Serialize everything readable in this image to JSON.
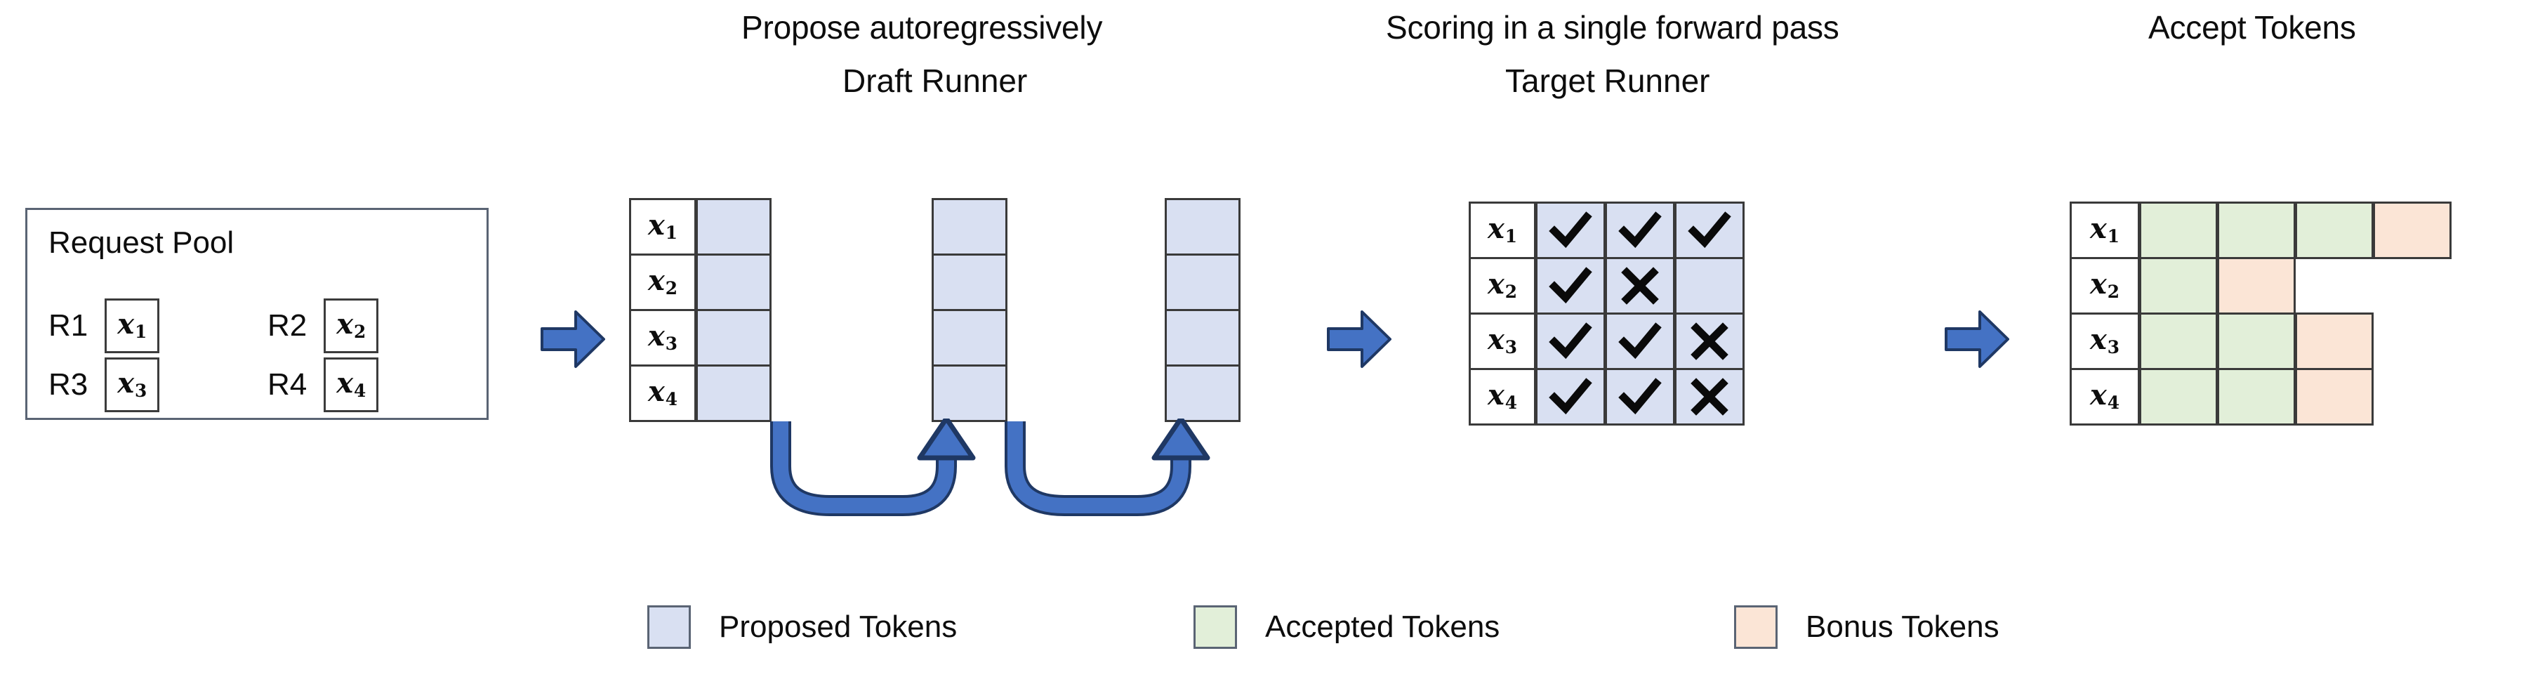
{
  "figure": {
    "type": "pipeline-diagram",
    "background": "#ffffff"
  },
  "colors": {
    "proposed": "#d9e0f2",
    "accepted": "#e2efd9",
    "bonus": "#fbe5d6",
    "arrow_fill": "#4472c4",
    "arrow_stroke": "#1f3864",
    "cell_border": "#3a3a3a",
    "panel_border": "#5a6474",
    "text": "#0d0d0d"
  },
  "stages": {
    "request_pool": {
      "title": "Request Pool",
      "requests": [
        {
          "label": "R1",
          "token": "x",
          "index": "1"
        },
        {
          "label": "R2",
          "token": "x",
          "index": "2"
        },
        {
          "label": "R3",
          "token": "x",
          "index": "3"
        },
        {
          "label": "R4",
          "token": "x",
          "index": "4"
        }
      ]
    },
    "draft_runner": {
      "caption": "Propose autoregressively",
      "name": "Draft Runner",
      "row_labels": [
        {
          "token": "x",
          "index": "1"
        },
        {
          "token": "x",
          "index": "2"
        },
        {
          "token": "x",
          "index": "3"
        },
        {
          "token": "x",
          "index": "4"
        }
      ],
      "steps": 3,
      "step_cells": [
        [
          "proposed",
          "proposed",
          "proposed",
          "proposed"
        ],
        [
          "proposed",
          "proposed",
          "proposed",
          "proposed"
        ],
        [
          "proposed",
          "proposed",
          "proposed",
          "proposed"
        ]
      ],
      "loop_arrows": 2,
      "loop_arrow_name": "autoregressive-loop-arrow"
    },
    "target_runner": {
      "caption": "Scoring in a single forward pass",
      "name": "Target Runner",
      "row_labels": [
        {
          "token": "x",
          "index": "1"
        },
        {
          "token": "x",
          "index": "2"
        },
        {
          "token": "x",
          "index": "3"
        },
        {
          "token": "x",
          "index": "4"
        }
      ],
      "score_grid": [
        [
          "check",
          "check",
          "check"
        ],
        [
          "check",
          "cross",
          "blank"
        ],
        [
          "check",
          "check",
          "cross"
        ],
        [
          "check",
          "check",
          "cross"
        ]
      ],
      "marks": {
        "check": "✔",
        "cross": "✘"
      }
    },
    "accept_tokens": {
      "caption": "Accept Tokens",
      "row_labels": [
        {
          "token": "x",
          "index": "1"
        },
        {
          "token": "x",
          "index": "2"
        },
        {
          "token": "x",
          "index": "3"
        },
        {
          "token": "x",
          "index": "4"
        }
      ],
      "accept_grid": [
        [
          "accepted",
          "accepted",
          "accepted",
          "bonus"
        ],
        [
          "accepted",
          "bonus"
        ],
        [
          "accepted",
          "accepted",
          "bonus"
        ],
        [
          "accepted",
          "accepted",
          "bonus"
        ]
      ]
    }
  },
  "flow_arrows": [
    {
      "name": "arrow-pool-to-draft"
    },
    {
      "name": "arrow-draft-to-target"
    },
    {
      "name": "arrow-target-to-accept"
    }
  ],
  "legend": {
    "items": [
      {
        "label": "Proposed Tokens",
        "color": "#d9e0f2",
        "key": "proposed"
      },
      {
        "label": "Accepted Tokens",
        "color": "#e2efd9",
        "key": "accepted"
      },
      {
        "label": "Bonus Tokens",
        "color": "#fbe5d6",
        "key": "bonus"
      }
    ]
  }
}
